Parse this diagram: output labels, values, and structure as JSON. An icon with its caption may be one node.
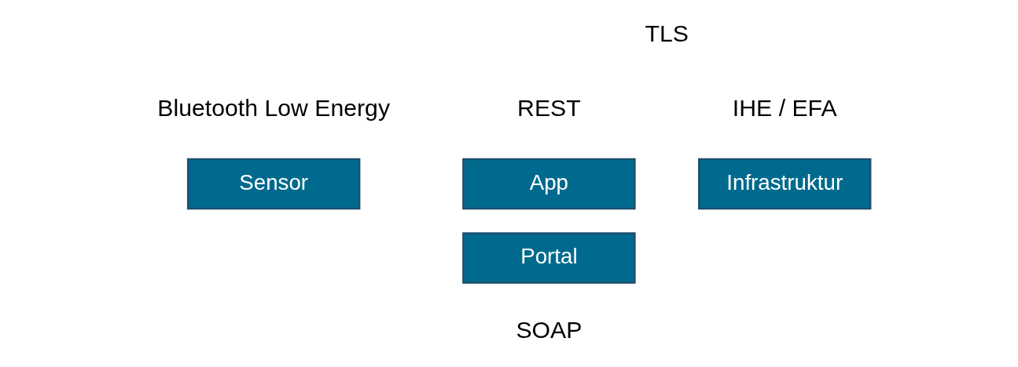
{
  "diagram": {
    "nodes": [
      {
        "text": [
          "Sensor"
        ]
      },
      {
        "text": [
          "App"
        ]
      },
      {
        "text": [
          "Portal"
        ]
      },
      {
        "text": [
          "Infrastruktur"
        ]
      }
    ],
    "labels": [
      "TLS",
      "Bluetooth Low Energy",
      "REST",
      "IHE / EFA",
      "SOAP"
    ]
  }
}
